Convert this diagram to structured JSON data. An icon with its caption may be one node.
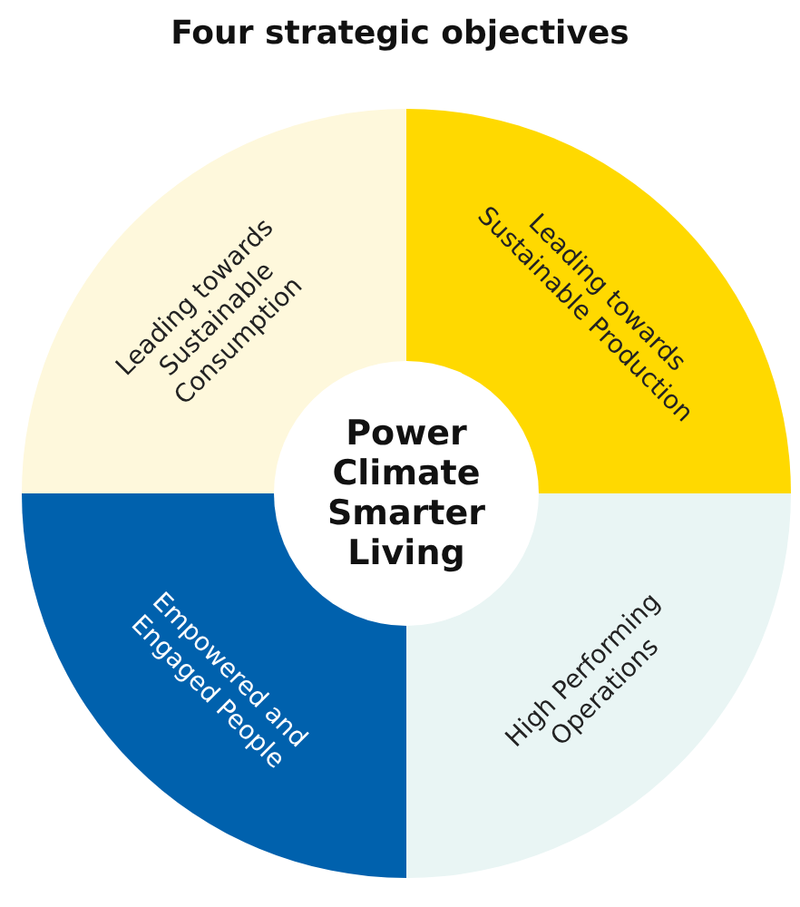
{
  "diagram": {
    "title": "Four strategic objectives",
    "nodes": [
      {
        "text": [
          "Leading towards Sustainable Consumption"
        ]
      },
      {
        "text": [
          "Leading towards Sustainable Production"
        ]
      },
      {
        "text": [
          "Power Climate Smarter Living"
        ]
      },
      {
        "text": [
          "Empowered and Engaged People"
        ]
      },
      {
        "text": [
          "High Performing Operations"
        ]
      }
    ]
  }
}
